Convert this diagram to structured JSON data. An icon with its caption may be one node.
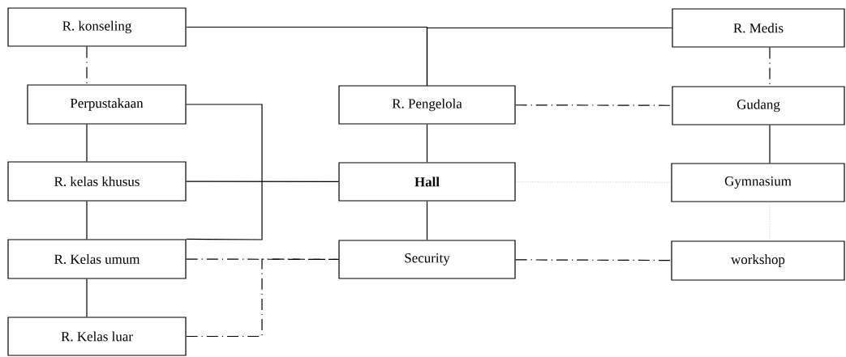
{
  "diagram": {
    "nodes": [
      {
        "text": [
          "R. konseling"
        ]
      },
      {
        "text": [
          "R. Medis"
        ]
      },
      {
        "text": [
          "Perpustakaan"
        ]
      },
      {
        "text": [
          "R. Pengelola"
        ]
      },
      {
        "text": [
          "Gudang"
        ]
      },
      {
        "text": [
          "R. kelas khusus"
        ]
      },
      {
        "text": [
          "**Hall**"
        ]
      },
      {
        "text": [
          "Gymnasium"
        ]
      },
      {
        "text": [
          "R. Kelas umum"
        ]
      },
      {
        "text": [
          "Security"
        ]
      },
      {
        "text": [
          "workshop"
        ]
      },
      {
        "text": [
          "R. Kelas luar"
        ]
      }
    ],
    "edges": [
      {
        "from": 3,
        "to": 0,
        "arrow": "none"
      },
      {
        "from": 3,
        "to": 1,
        "arrow": "none"
      },
      {
        "from": 0,
        "to": 2,
        "arrow": "none",
        "style": "dashed"
      },
      {
        "from": 2,
        "to": 5,
        "arrow": "none"
      },
      {
        "from": 2,
        "to": 8,
        "arrow": "none"
      },
      {
        "from": 5,
        "to": 6,
        "arrow": "none"
      },
      {
        "from": 5,
        "to": 8,
        "arrow": "none"
      },
      {
        "from": 8,
        "to": 11,
        "arrow": "none"
      },
      {
        "from": 8,
        "to": 9,
        "arrow": "none",
        "style": "dashed"
      },
      {
        "from": 11,
        "to": 9,
        "arrow": "none",
        "style": "dashed"
      },
      {
        "from": 3,
        "to": 6,
        "arrow": "none"
      },
      {
        "from": 6,
        "to": 9,
        "arrow": "none"
      },
      {
        "from": 3,
        "to": 4,
        "arrow": "none",
        "style": "dashed"
      },
      {
        "from": 1,
        "to": 4,
        "arrow": "none",
        "style": "dashed"
      },
      {
        "from": 4,
        "to": 7,
        "arrow": "none"
      },
      {
        "from": 6,
        "to": 7,
        "arrow": "none",
        "style": "dashed",
        "color": "#808080"
      },
      {
        "from": 7,
        "to": 10,
        "arrow": "none",
        "style": "dashed",
        "color": "#808080"
      },
      {
        "from": 9,
        "to": 10,
        "arrow": "none",
        "style": "dashed"
      }
    ]
  }
}
